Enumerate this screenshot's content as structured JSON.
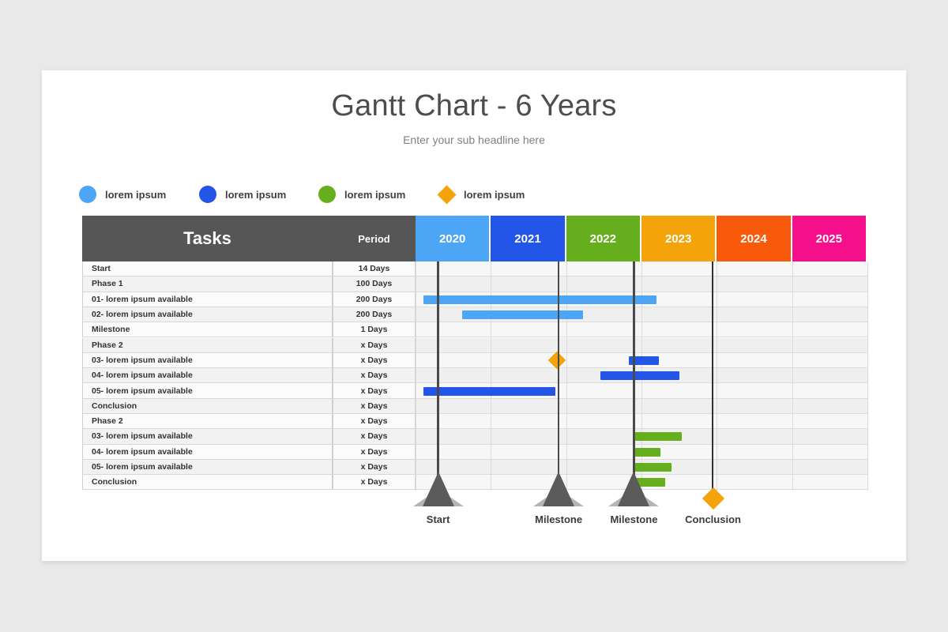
{
  "slide": {
    "title": "Gantt Chart - 6 Years",
    "subtitle": "Enter your sub headline here",
    "background": "#e9e9e9",
    "canvas": "#ffffff"
  },
  "legend": {
    "items": [
      {
        "label": "lorem ipsum",
        "color": "#4da6f5",
        "shape": "circle"
      },
      {
        "label": "lorem ipsum",
        "color": "#2356e8",
        "shape": "circle"
      },
      {
        "label": "lorem ipsum",
        "color": "#65ae1e",
        "shape": "circle"
      },
      {
        "label": "lorem ipsum",
        "color": "#f5a30b",
        "shape": "diamond"
      }
    ]
  },
  "table": {
    "header": {
      "tasks_label": "Tasks",
      "period_label": "Period",
      "header_bg": "#565656",
      "years": [
        {
          "label": "2020",
          "color": "#4da6f5"
        },
        {
          "label": "2021",
          "color": "#2356e8"
        },
        {
          "label": "2022",
          "color": "#65ae1e"
        },
        {
          "label": "2023",
          "color": "#f5a30b"
        },
        {
          "label": "2024",
          "color": "#f9590b"
        },
        {
          "label": "2025",
          "color": "#f50f8b"
        }
      ]
    },
    "rows": [
      {
        "task": "Start",
        "period": "14 Days"
      },
      {
        "task": "Phase 1",
        "period": "100 Days"
      },
      {
        "task": "01- lorem ipsum available",
        "period": "200 Days"
      },
      {
        "task": "02- lorem ipsum available",
        "period": "200 Days"
      },
      {
        "task": "Milestone",
        "period": "1 Days"
      },
      {
        "task": "Phase 2",
        "period": "x Days"
      },
      {
        "task": "03- lorem ipsum available",
        "period": "x Days"
      },
      {
        "task": "04- lorem ipsum available",
        "period": "x Days"
      },
      {
        "task": "05- lorem ipsum available",
        "period": "x Days"
      },
      {
        "task": "Conclusion",
        "period": "x Days"
      },
      {
        "task": "Phase 2",
        "period": "x Days"
      },
      {
        "task": "03- lorem ipsum available",
        "period": "x Days"
      },
      {
        "task": "04- lorem ipsum available",
        "period": "x Days"
      },
      {
        "task": "05- lorem ipsum available",
        "period": "x Days"
      },
      {
        "task": "Conclusion",
        "period": "x Days"
      }
    ]
  },
  "milestone_markers": [
    {
      "label": "Start",
      "shape": "triangle",
      "year_position": 2020.3,
      "color": "#5b5b5b"
    },
    {
      "label": "Milestone",
      "shape": "triangle",
      "year_position": 2021.9,
      "color": "#5b5b5b"
    },
    {
      "label": "Milestone",
      "shape": "triangle",
      "year_position": 2022.9,
      "color": "#5b5b5b"
    },
    {
      "label": "Conclusion",
      "shape": "diamond",
      "year_position": 2023.95,
      "color": "#f5a30b"
    }
  ],
  "chart_data": {
    "type": "bar",
    "title": "Gantt Chart - 6 Years",
    "subtitle": "Enter your sub headline here",
    "xlabel": "",
    "ylabel": "",
    "orientation": "horizontal",
    "timeline_years": [
      2020,
      2021,
      2022,
      2023,
      2024,
      2025
    ],
    "xlim": [
      2020,
      2026
    ],
    "grid": true,
    "legend_position": "top-left",
    "categories": [
      "Start",
      "Phase 1",
      "01- lorem ipsum available",
      "02- lorem ipsum available",
      "Milestone",
      "Phase 2",
      "03- lorem ipsum available",
      "04- lorem ipsum available",
      "05- lorem ipsum available",
      "Conclusion",
      "Phase 2",
      "03- lorem ipsum available",
      "04- lorem ipsum available",
      "05- lorem ipsum available",
      "Conclusion"
    ],
    "durations": [
      "14 Days",
      "100 Days",
      "200 Days",
      "200 Days",
      "1 Days",
      "x Days",
      "x Days",
      "x Days",
      "x Days",
      "x Days",
      "x Days",
      "x Days",
      "x Days",
      "x Days",
      "x Days"
    ],
    "bars": [
      {
        "row": 2,
        "task": "01- lorem ipsum available",
        "start": 2020.11,
        "end": 2023.2,
        "color": "#4da6f5",
        "shape": "bar"
      },
      {
        "row": 3,
        "task": "02- lorem ipsum available",
        "start": 2020.62,
        "end": 2022.22,
        "color": "#4da6f5",
        "shape": "bar"
      },
      {
        "row": 6,
        "task": "03- lorem ipsum available",
        "start": 2022.83,
        "end": 2023.23,
        "color": "#2356e8",
        "shape": "bar"
      },
      {
        "row": 7,
        "task": "04- lorem ipsum available",
        "start": 2022.45,
        "end": 2023.5,
        "color": "#2356e8",
        "shape": "bar"
      },
      {
        "row": 8,
        "task": "05- lorem ipsum available",
        "start": 2020.11,
        "end": 2021.86,
        "color": "#2356e8",
        "shape": "bar"
      },
      {
        "row": 11,
        "task": "03- lorem ipsum available",
        "start": 2022.92,
        "end": 2023.53,
        "color": "#65ae1e",
        "shape": "bar"
      },
      {
        "row": 12,
        "task": "04- lorem ipsum available",
        "start": 2022.92,
        "end": 2023.25,
        "color": "#65ae1e",
        "shape": "bar"
      },
      {
        "row": 13,
        "task": "05- lorem ipsum available",
        "start": 2022.92,
        "end": 2023.4,
        "color": "#65ae1e",
        "shape": "bar"
      },
      {
        "row": 14,
        "task": "Conclusion",
        "start": 2022.92,
        "end": 2023.32,
        "color": "#65ae1e",
        "shape": "bar"
      },
      {
        "row": 6,
        "task": "Milestone diamond",
        "start": 2021.88,
        "end": 2021.88,
        "color": "#f5a30b",
        "shape": "diamond"
      }
    ]
  }
}
